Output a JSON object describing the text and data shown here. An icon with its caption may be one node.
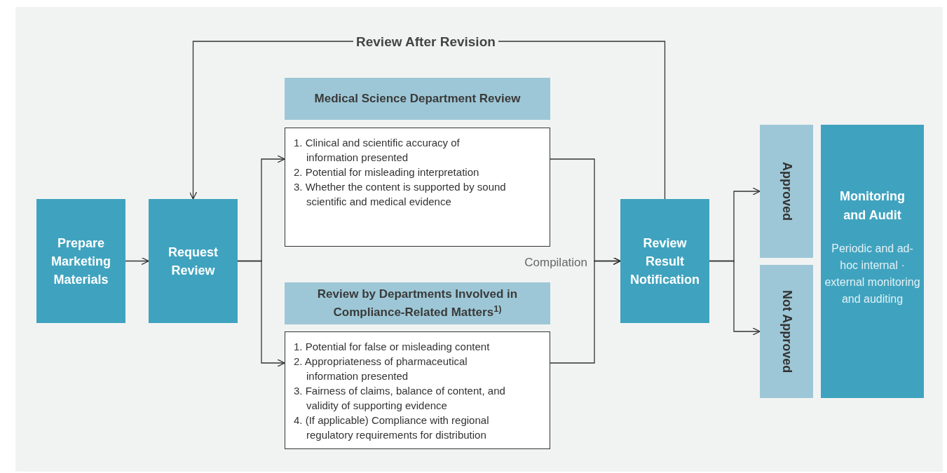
{
  "diagram": {
    "nodes": [
      {
        "text": [
          "Prepare Marketing Materials"
        ]
      },
      {
        "text": [
          "Request Review"
        ]
      },
      {
        "text": [
          "Medical Science Department Review"
        ]
      },
      {
        "text": [
          "1. Clinical and scientific accuracy of information presented",
          "2. Potential for misleading interpretation",
          "3. Whether the content is supported by sound scientific and medical evidence"
        ]
      },
      {
        "text": [
          "Review by Departments Involved in Compliance-Related Matters$^{1)}$"
        ]
      },
      {
        "text": [
          "1. Potential for false or misleading content",
          "2. Appropriateness of pharmaceutical information presented",
          "3. Fairness of claims, balance of content, and validity of supporting evidence",
          "4. (If applicable) Compliance with regional regulatory requirements for distribution"
        ]
      },
      {
        "text": [
          "Review Result Notification"
        ]
      },
      {
        "text": [
          "Approved"
        ]
      },
      {
        "text": [
          "Not Approved"
        ]
      },
      {
        "text": [
          "Monitoring and Audit",
          "Periodic and ad-hoc internal · external monitoring and auditing"
        ]
      }
    ],
    "edges": [
      {
        "from": 0,
        "to": 1,
        "arrow": "to"
      },
      {
        "from": 1,
        "to": 3,
        "arrow": "to"
      },
      {
        "from": 1,
        "to": 5,
        "arrow": "to"
      },
      {
        "from": 3,
        "to": 6,
        "arrow": "to",
        "label": "Compilation"
      },
      {
        "from": 5,
        "to": 6,
        "arrow": "to"
      },
      {
        "from": 6,
        "to": 1,
        "arrow": "to",
        "label": "Review After Revision"
      },
      {
        "from": 6,
        "to": 7,
        "arrow": "to"
      },
      {
        "from": 6,
        "to": 8,
        "arrow": "to"
      }
    ]
  }
}
